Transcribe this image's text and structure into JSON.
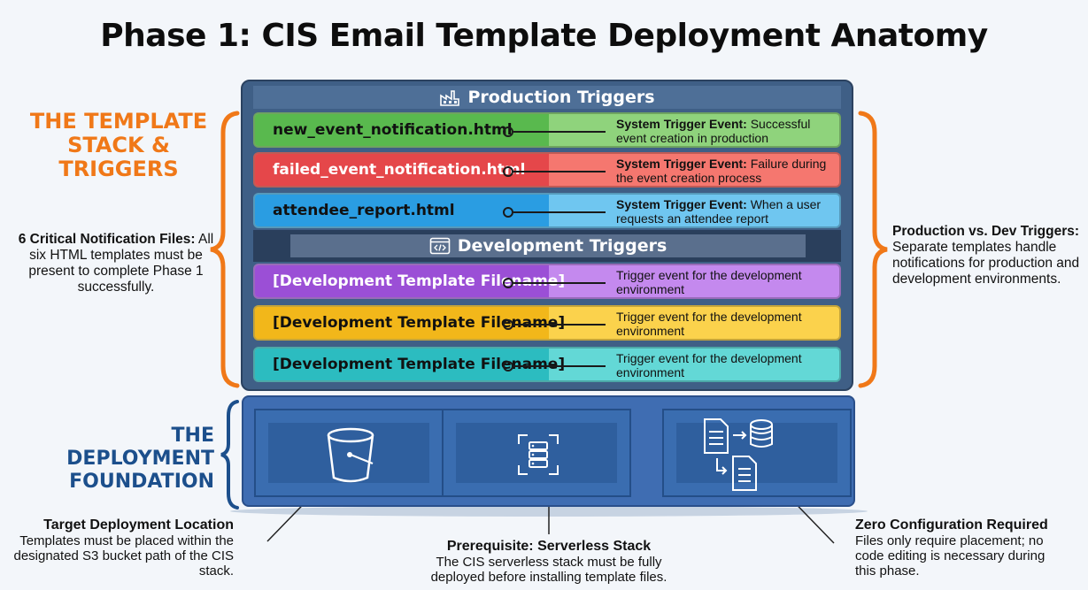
{
  "title": "Phase 1: CIS Email Template Deployment Anatomy",
  "left_top": {
    "heading_line1": "THE TEMPLATE",
    "heading_line2": "STACK & TRIGGERS",
    "note_title": "6 Critical Notification Files:",
    "note_text": "All six HTML templates must be present to complete Phase 1 successfully."
  },
  "left_bottom": {
    "heading_line1": "THE DEPLOYMENT",
    "heading_line2": "FOUNDATION"
  },
  "right_top": {
    "note_title": "Production vs. Dev Triggers:",
    "note_text": "Separate templates handle notifications for production and development environments."
  },
  "production": {
    "header": "Production Triggers",
    "header_icon": "factory-icon",
    "rows": [
      {
        "file": "new_event_notification.html",
        "desc_bold": "System Trigger Event:",
        "desc": "Successful event creation in production",
        "color": "#59b94e",
        "color_light": "#8fd37c"
      },
      {
        "file": "failed_event_notification.html",
        "desc_bold": "System Trigger Event:",
        "desc": "Failure during the event creation process",
        "color": "#e5474a",
        "color_light": "#f5776f"
      },
      {
        "file": "attendee_report.html",
        "desc_bold": "System Trigger Event:",
        "desc": "When a user requests an attendee report",
        "color": "#2a9de2",
        "color_light": "#6fc6f0"
      }
    ]
  },
  "development": {
    "header": "Development Triggers",
    "header_icon": "code-window-icon",
    "rows": [
      {
        "file": "[Development Template Filename]",
        "desc": "Trigger event for the development environment",
        "color": "#9b4fd6",
        "color_light": "#c489ee"
      },
      {
        "file": "[Development Template Filename]",
        "desc": "Trigger event for the development environment",
        "color": "#f2b71a",
        "color_light": "#fbd24c"
      },
      {
        "file": "[Development Template Filename]",
        "desc": "Trigger event for the development environment",
        "color": "#2cbcc0",
        "color_light": "#63d8d6"
      }
    ]
  },
  "foundation": {
    "icons": [
      "s3-bucket-icon",
      "serverless-stack-icon",
      "file-to-database-icon"
    ]
  },
  "callouts": [
    {
      "title": "Target Deployment Location",
      "text": "Templates must be placed within the designated S3 bucket path of the CIS stack."
    },
    {
      "title": "Prerequisite: Serverless Stack",
      "text": "The CIS serverless stack must be fully deployed before installing template files."
    },
    {
      "title": "Zero Configuration Required",
      "text": "Files only require placement; no code editing is necessary during this phase."
    }
  ],
  "colors": {
    "orange": "#f07818",
    "navy": "#1c4f8c",
    "frame": "#3f5f86",
    "foundation": "#3f6db2"
  }
}
